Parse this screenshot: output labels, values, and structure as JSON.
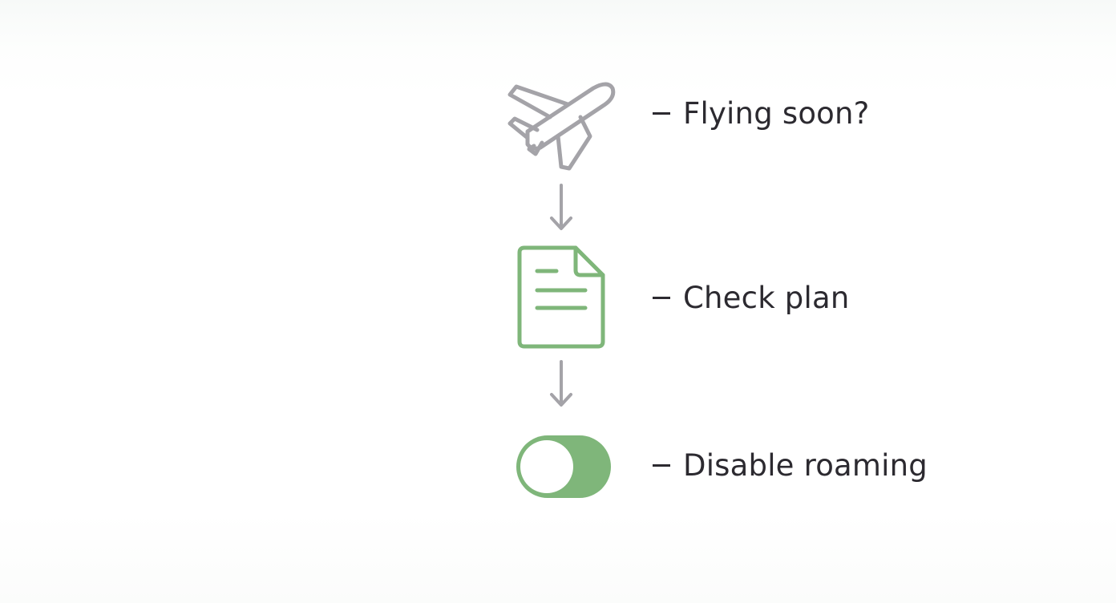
{
  "steps": [
    {
      "label": "Flying soon?",
      "icon": "airplane-icon"
    },
    {
      "label": "Check plan",
      "icon": "document-icon"
    },
    {
      "label": "Disable roaming",
      "icon": "toggle-switch-icon"
    }
  ],
  "colors": {
    "icon_gray": "#a4a3a8",
    "accent_green": "#7fb67a",
    "text": "#2c2a30"
  }
}
